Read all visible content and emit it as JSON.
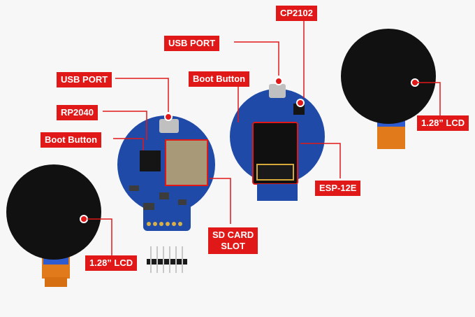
{
  "labels": {
    "usb_port_left": "USB PORT",
    "rp2040": "RP2040",
    "boot_button_left": "Boot Button",
    "sd_card_slot_line1": "SD CARD",
    "sd_card_slot_line2": "SLOT",
    "lcd_left": "1.28” LCD",
    "cp2102": "CP2102",
    "usb_port_right": "USB PORT",
    "boot_button_right": "Boot Button",
    "esp12e": "ESP-12E",
    "lcd_right": "1.28” LCD"
  },
  "colors": {
    "background": "#f7f7f7",
    "label_red": "#e01818",
    "pcb_blue": "#1f4aa8",
    "lcd_black": "#111111",
    "flex_orange": "#e07a1a",
    "flex_blue": "#2f5bd0",
    "pin_black": "#1a1a1a"
  }
}
